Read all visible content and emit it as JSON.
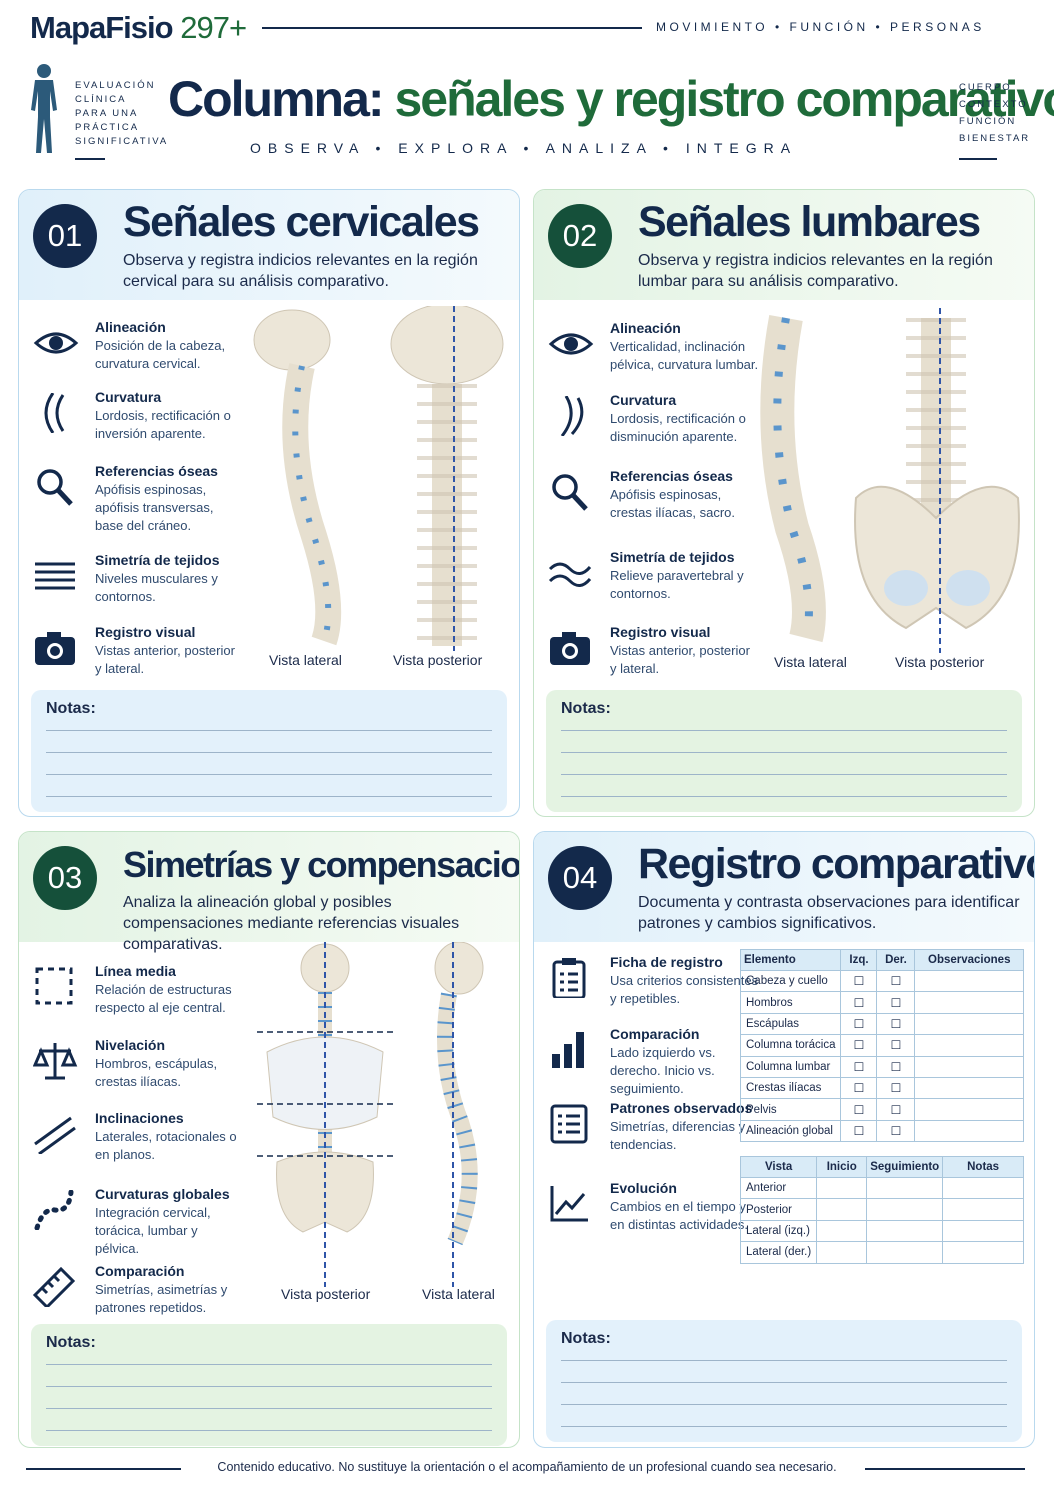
{
  "header": {
    "brand_name": "MapaFisio",
    "brand_num": "297+",
    "tagline": "MOVIMIENTO • FUNCIÓN • PERSONAS",
    "left_words": [
      "EVALUACIÓN",
      "CLÍNICA",
      "PARA UNA",
      "PRÁCTICA",
      "SIGNIFICATIVA"
    ],
    "right_words": [
      "CUERPO",
      "CONTEXTO",
      "FUNCIÓN",
      "BIENESTAR"
    ],
    "title_a": "Columna:",
    "title_b": "señales y registro comparativo",
    "subtitle": "OBSERVA • EXPLORA • ANALIZA • INTEGRA"
  },
  "p1": {
    "num": "01",
    "title": "Señales cervicales",
    "desc": "Observa y registra indicios relevantes en la región cervical para su análisis comparativo.",
    "items": [
      {
        "t": "Alineación",
        "d": "Posición de la cabeza, curvatura cervical."
      },
      {
        "t": "Curvatura",
        "d": "Lordosis, rectificación o inversión aparente."
      },
      {
        "t": "Referencias óseas",
        "d": "Apófisis espinosas, apófisis transversas, base del cráneo."
      },
      {
        "t": "Simetría de tejidos",
        "d": "Niveles musculares y contornos."
      },
      {
        "t": "Registro visual",
        "d": "Vistas anterior, posterior y lateral."
      }
    ],
    "cap1": "Vista lateral",
    "cap2": "Vista posterior",
    "notes": "Notas:"
  },
  "p2": {
    "num": "02",
    "title": "Señales lumbares",
    "desc": "Observa y registra indicios relevantes en la región lumbar para su análisis comparativo.",
    "items": [
      {
        "t": "Alineación",
        "d": "Verticalidad, inclinación pélvica, curvatura lumbar."
      },
      {
        "t": "Curvatura",
        "d": "Lordosis, rectificación o disminución aparente."
      },
      {
        "t": "Referencias óseas",
        "d": "Apófisis espinosas, crestas ilíacas, sacro."
      },
      {
        "t": "Simetría de tejidos",
        "d": "Relieve paravertebral y contornos."
      },
      {
        "t": "Registro visual",
        "d": "Vistas anterior, posterior y lateral."
      }
    ],
    "cap1": "Vista lateral",
    "cap2": "Vista posterior",
    "notes": "Notas:"
  },
  "p3": {
    "num": "03",
    "title": "Simetrías y compensaciones",
    "desc": "Analiza la alineación global y posibles compensaciones mediante referencias visuales comparativas.",
    "items": [
      {
        "t": "Línea media",
        "d": "Relación de estructuras respecto al eje central."
      },
      {
        "t": "Nivelación",
        "d": "Hombros, escápulas, crestas ilíacas."
      },
      {
        "t": "Inclinaciones",
        "d": "Laterales, rotacionales o en planos."
      },
      {
        "t": "Curvaturas globales",
        "d": "Integración cervical, torácica, lumbar y pélvica."
      },
      {
        "t": "Comparación",
        "d": "Simetrías, asimetrías y patrones repetidos."
      }
    ],
    "cap1": "Vista posterior",
    "cap2": "Vista lateral",
    "notes": "Notas:"
  },
  "p4": {
    "num": "04",
    "title": "Registro comparativo",
    "desc": "Documenta y contrasta observaciones para identificar patrones y cambios significativos.",
    "items": [
      {
        "t": "Ficha de registro",
        "d": "Usa criterios consistentes y repetibles."
      },
      {
        "t": "Comparación",
        "d": "Lado izquierdo vs. derecho. Inicio vs. seguimiento."
      },
      {
        "t": "Patrones observados",
        "d": "Simetrías, diferencias y tendencias."
      },
      {
        "t": "Evolución",
        "d": "Cambios en el tiempo y en distintas actividades."
      }
    ],
    "table1": {
      "headers": [
        "Elemento",
        "Izq.",
        "Der.",
        "Observaciones"
      ],
      "rows": [
        "Cabeza y cuello",
        "Hombros",
        "Escápulas",
        "Columna torácica",
        "Columna lumbar",
        "Crestas ilíacas",
        "Pelvis",
        "Alineación global"
      ],
      "checkbox": "☐"
    },
    "table2": {
      "headers": [
        "Vista",
        "Inicio",
        "Seguimiento",
        "Notas"
      ],
      "rows": [
        "Anterior",
        "Posterior",
        "Lateral (izq.)",
        "Lateral (der.)"
      ]
    },
    "notes": "Notas:"
  },
  "footer": "Contenido educativo. No sustituye la orientación o el acompañamiento de un profesional cuando sea necesario."
}
